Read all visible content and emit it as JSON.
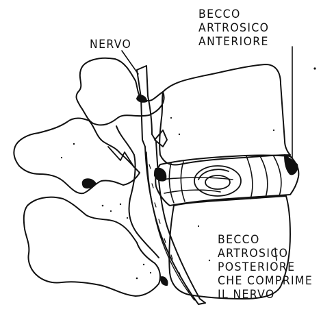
{
  "labels": {
    "nerve": "NERVO",
    "anterior_spur": [
      "BECCO",
      "ARTROSICO",
      "ANTERIORE"
    ],
    "posterior_spur": [
      "BECCO",
      "ARTROSICO",
      "POSTERIORE",
      "CHE COMPRIME",
      "IL NERVO"
    ]
  },
  "colors": {
    "ink": "#111111",
    "paper": "#ffffff"
  }
}
